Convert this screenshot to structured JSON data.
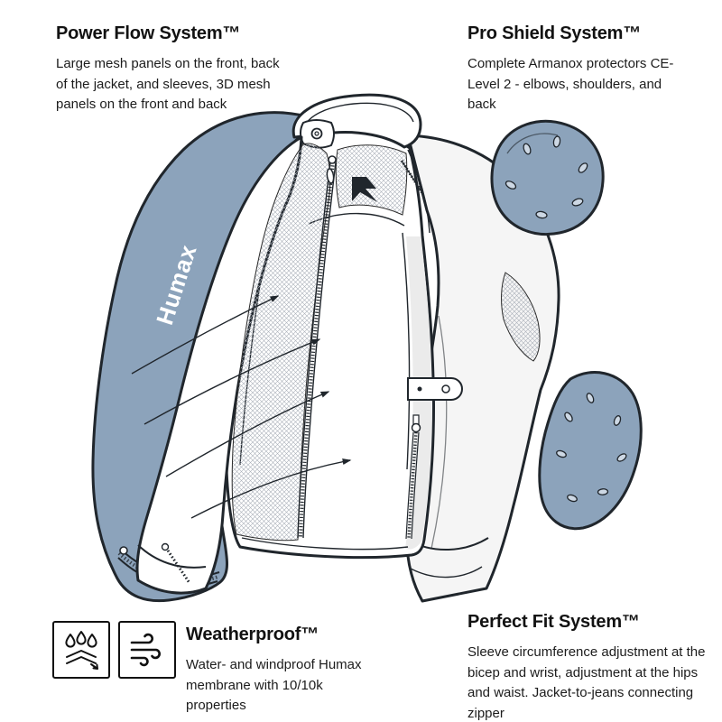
{
  "diagram": {
    "callouts": {
      "power_flow": {
        "title": "Power Flow System™",
        "body": "Large mesh panels on the front, back of the jacket, and sleeves, 3D mesh panels on the front and back"
      },
      "pro_shield": {
        "title": "Pro Shield System™",
        "body": "Complete Armanox protectors CE-Level 2 - elbows, shoulders, and back"
      },
      "weatherproof": {
        "title": "Weatherproof™",
        "body": "Water- and windproof Humax membrane with 10/10k properties"
      },
      "perfect_fit": {
        "title": "Perfect Fit System™",
        "body": "Sleeve circumference adjustment at the bicep and wrist, adjustment at the hips and waist. Jacket-to-jeans connecting zipper"
      }
    },
    "illustration": {
      "membrane_label": "Humax"
    },
    "icons": {
      "waterproof": "water-droplets-membrane-icon",
      "windproof": "wind-lines-icon",
      "brand": "angular-brand-logo-mark"
    },
    "colors": {
      "background": "#ffffff",
      "membrane_blue": "#8CA3BB",
      "protector_blue": "#8CA3BB",
      "protector_hole": "#CDD8E4",
      "outline": "#20262C",
      "mesh_line": "#A9AFB8"
    }
  }
}
